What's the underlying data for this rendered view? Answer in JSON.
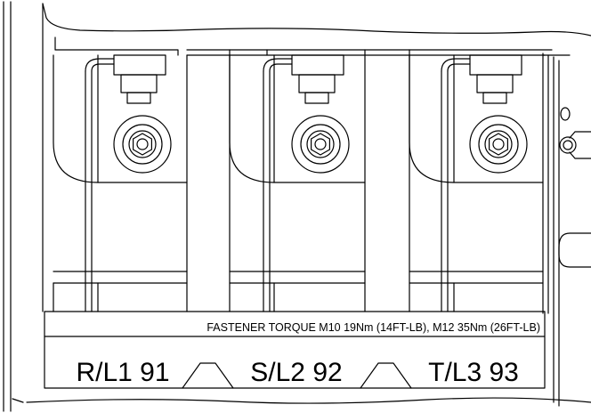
{
  "torque_note": "FASTENER TORQUE M10 19Nm (14FT-LB), M12 35Nm (26FT-LB)",
  "terminals": [
    {
      "label": "R/L1 91"
    },
    {
      "label": "S/L2 92"
    },
    {
      "label": "T/L3 93"
    }
  ]
}
